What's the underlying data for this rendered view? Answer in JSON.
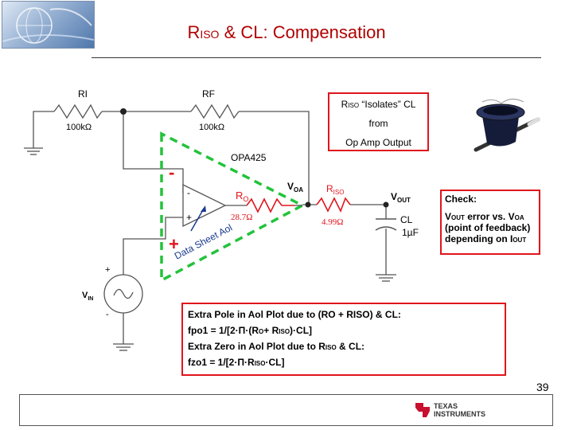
{
  "header": {
    "title_r": "R",
    "title_sub": "ISO",
    "title_rest": " & CL: Compensation"
  },
  "circuit": {
    "ri_label": "RI",
    "ri_value": "100kΩ",
    "rf_label": "RF",
    "rf_value": "100kΩ",
    "opamp_label": "OPA425",
    "voa_label": "V",
    "voa_sub": "OA",
    "ro_label": "R",
    "ro_sub": "O",
    "ro_value": "28.7Ω",
    "riso_label": "R",
    "riso_sub": "ISO",
    "riso_value": "4.99Ω",
    "vout_label": "V",
    "vout_sub": "OUT",
    "cl_label": "CL",
    "cl_value": "1µF",
    "vin_label": "V",
    "vin_sub": "IN",
    "vin_plus": "+",
    "vin_minus": "-",
    "inv_sign": "-",
    "noninv_sign": "+",
    "box_minus": "-",
    "box_plus": "+",
    "data_sheet_label": "Data Sheet Aol"
  },
  "notes": {
    "isolates": {
      "line1_a": "R",
      "line1_sub": "ISO",
      "line1_b": " “Isolates” CL",
      "line2": "from",
      "line3": "Op Amp Output"
    },
    "check": {
      "title": "Check:",
      "l1_a": "V",
      "l1_sub1": "OUT",
      "l1_b": " error vs. V",
      "l1_sub2": "OA",
      "l2": "(point of feedback)",
      "l3_a": "depending on I",
      "l3_sub": "OUT"
    },
    "extra": {
      "l1": "Extra Pole in Aol Plot due to (RO + RISO)  & CL:",
      "l2_a": "fpo1 = 1/[2·Π·(R",
      "l2_sub1": "O",
      "l2_b": "+ R",
      "l2_sub2": "ISO",
      "l2_c": ")·CL]",
      "l3_a": "Extra Zero in Aol Plot due to R",
      "l3_sub": "ISO",
      "l3_b": " & CL:",
      "l4_a": "fzo1 = 1/[2·Π·R",
      "l4_sub": "ISO",
      "l4_b": "·CL]"
    }
  },
  "footer": {
    "page_number": "39",
    "ti_line1": "TEXAS",
    "ti_line2": "INSTRUMENTS"
  },
  "colors": {
    "title": "#1a3a8f",
    "title_r": "#b00000",
    "red_label": "#e0151c",
    "green_dash": "#22c33a",
    "wire": "#555555"
  }
}
